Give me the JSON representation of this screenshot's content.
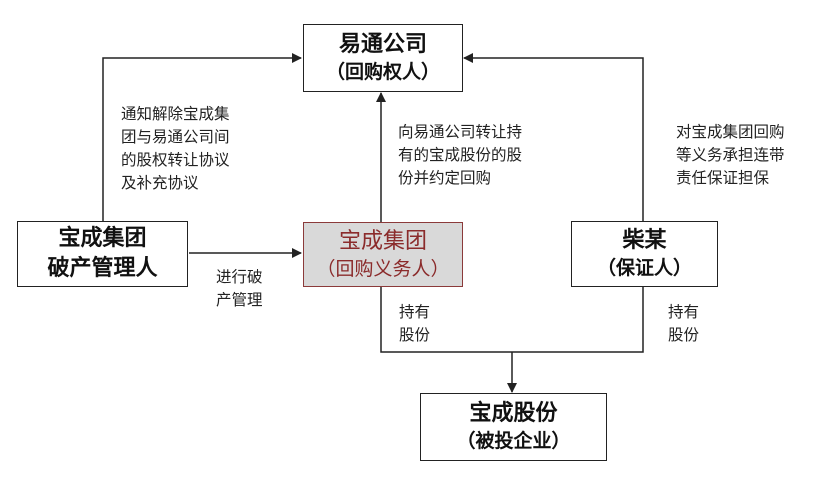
{
  "nodes": {
    "yitong": {
      "name": "易通公司",
      "role": "（回购权人）"
    },
    "admin": {
      "name": "宝成集团",
      "role": "破产管理人"
    },
    "obligor": {
      "name": "宝成集团",
      "role": "（回购义务人）"
    },
    "chai": {
      "name": "柴某",
      "role": "（保证人）"
    },
    "shares": {
      "name": "宝成股份",
      "role": "（被投企业）"
    }
  },
  "notes": {
    "notify": [
      "通知解除宝成集",
      "团与易通公司间",
      "的股权转让协议",
      "及补充协议"
    ],
    "transfer": [
      "向易通公司转让持",
      "有的宝成股份的股",
      "份并约定回购"
    ],
    "guarantee": [
      "对宝成集团回购",
      "等义务承担连带",
      "责任保证担保"
    ],
    "bankruptcy": [
      "进行破",
      "产管理"
    ],
    "hold_left": [
      "持有",
      "股份"
    ],
    "hold_right": [
      "持有",
      "股份"
    ]
  }
}
